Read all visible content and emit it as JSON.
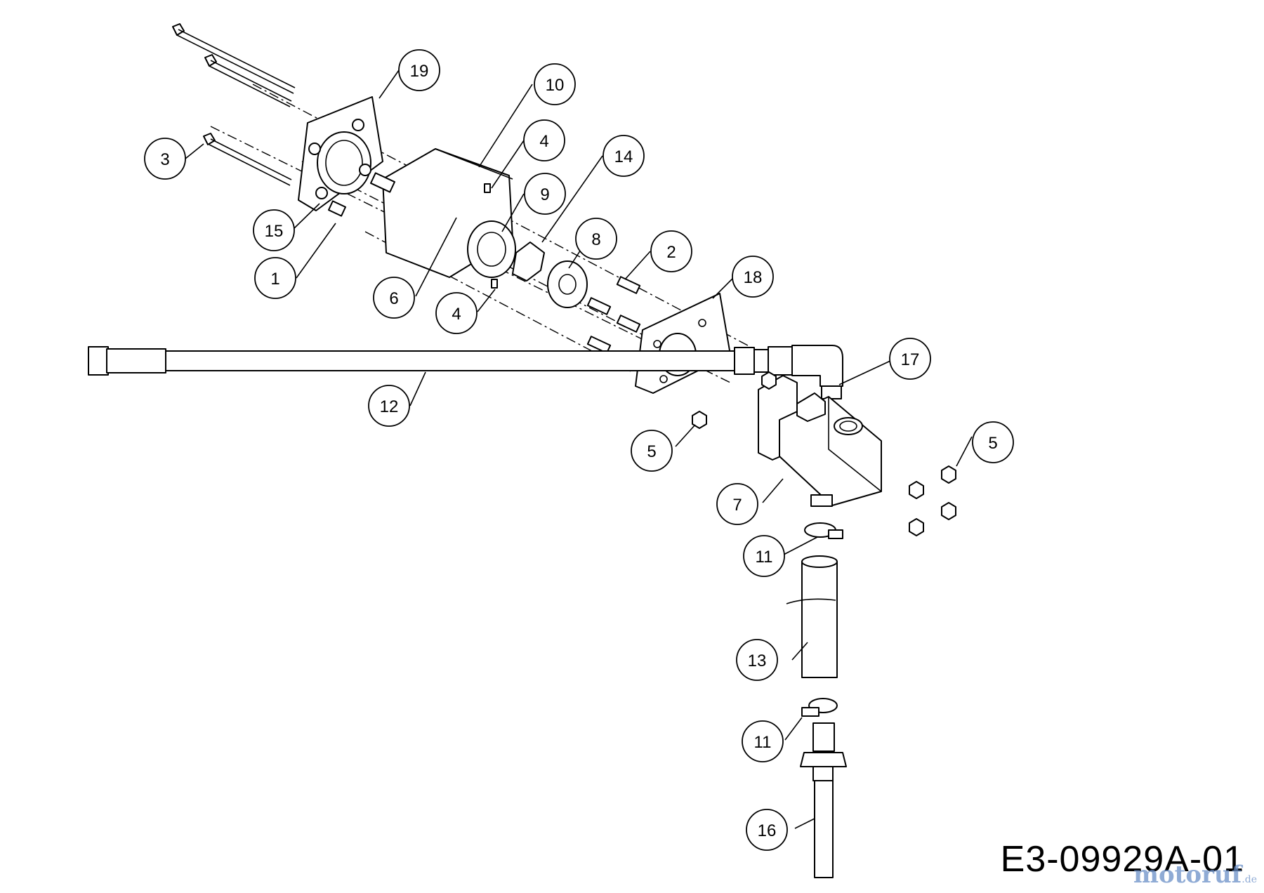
{
  "diagram": {
    "drawing_code": "E3-09929A-01",
    "watermark": {
      "name": "motoruf",
      "tld": ".de"
    },
    "callouts": [
      {
        "id": "c19",
        "label": "19"
      },
      {
        "id": "c10",
        "label": "10"
      },
      {
        "id": "c4a",
        "label": "4"
      },
      {
        "id": "c14",
        "label": "14"
      },
      {
        "id": "c3",
        "label": "3"
      },
      {
        "id": "c9",
        "label": "9"
      },
      {
        "id": "c8",
        "label": "8"
      },
      {
        "id": "c2",
        "label": "2"
      },
      {
        "id": "c18",
        "label": "18"
      },
      {
        "id": "c15",
        "label": "15"
      },
      {
        "id": "c1",
        "label": "1"
      },
      {
        "id": "c6",
        "label": "6"
      },
      {
        "id": "c4b",
        "label": "4"
      },
      {
        "id": "c17",
        "label": "17"
      },
      {
        "id": "c12",
        "label": "12"
      },
      {
        "id": "c5a",
        "label": "5"
      },
      {
        "id": "c5b",
        "label": "5"
      },
      {
        "id": "c7",
        "label": "7"
      },
      {
        "id": "c11a",
        "label": "11"
      },
      {
        "id": "c13",
        "label": "13"
      },
      {
        "id": "c11b",
        "label": "11"
      },
      {
        "id": "c16",
        "label": "16"
      }
    ]
  }
}
